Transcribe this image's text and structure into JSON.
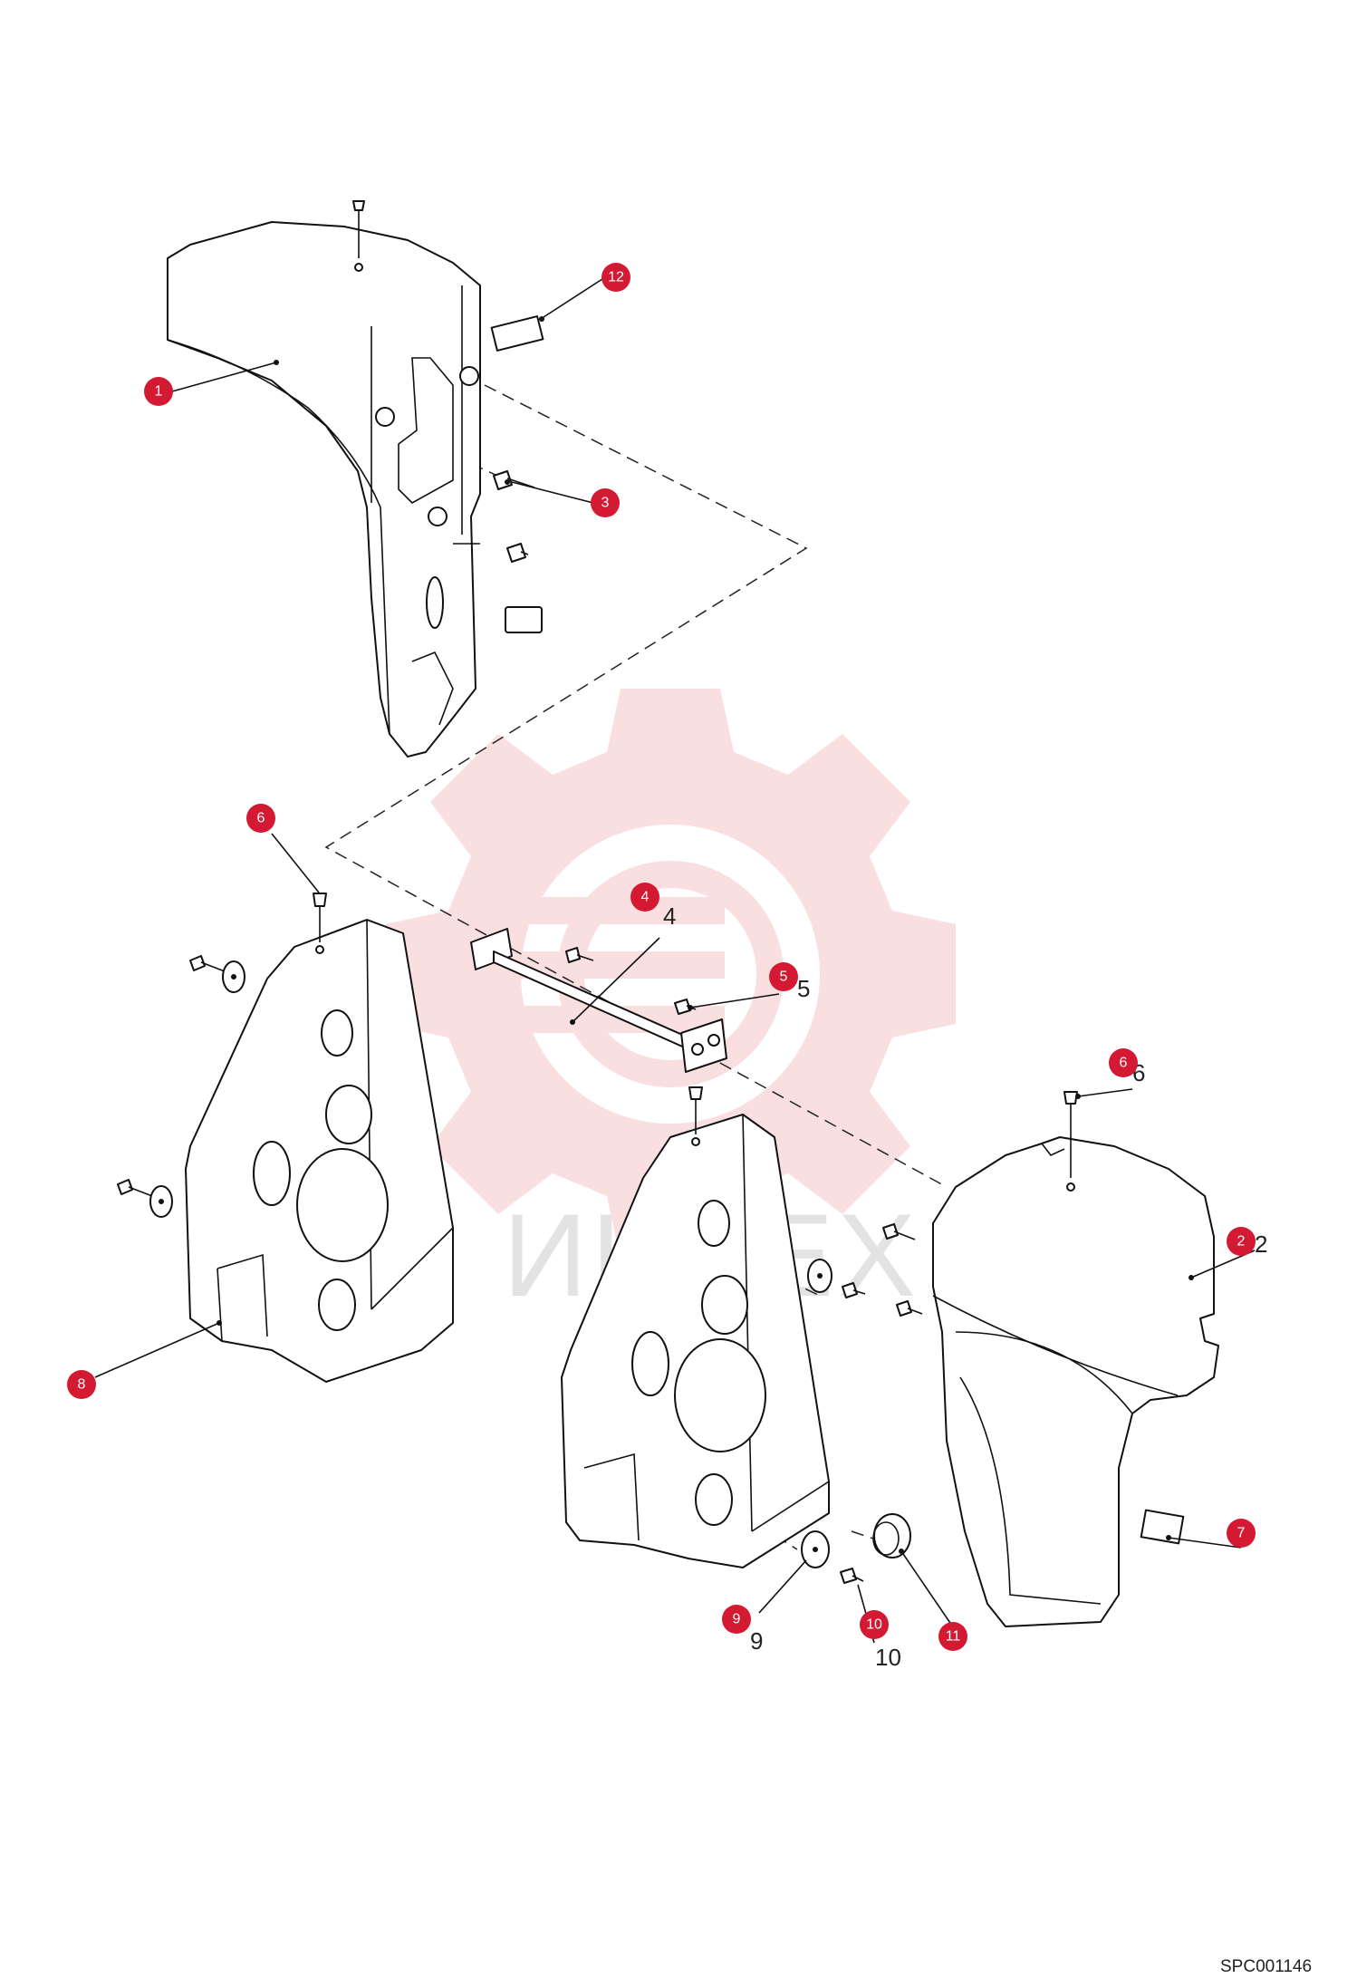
{
  "figure_code": "SPC001146",
  "watermark_text": "ИНТЕХ",
  "callouts": [
    {
      "label": "1"
    },
    {
      "label": "12"
    },
    {
      "label": "3"
    },
    {
      "label": "6"
    },
    {
      "label": "4"
    },
    {
      "label": "5"
    },
    {
      "label": "6"
    },
    {
      "label": "2"
    },
    {
      "label": "8"
    },
    {
      "label": "7"
    },
    {
      "label": "9"
    },
    {
      "label": "10"
    },
    {
      "label": "11"
    }
  ],
  "printed_numbers": [
    "4",
    "5",
    "6",
    "2",
    "10",
    "9"
  ],
  "colors": {
    "callout": "#d31a32",
    "watermark": "#f6c6c9",
    "line": "#111111"
  }
}
